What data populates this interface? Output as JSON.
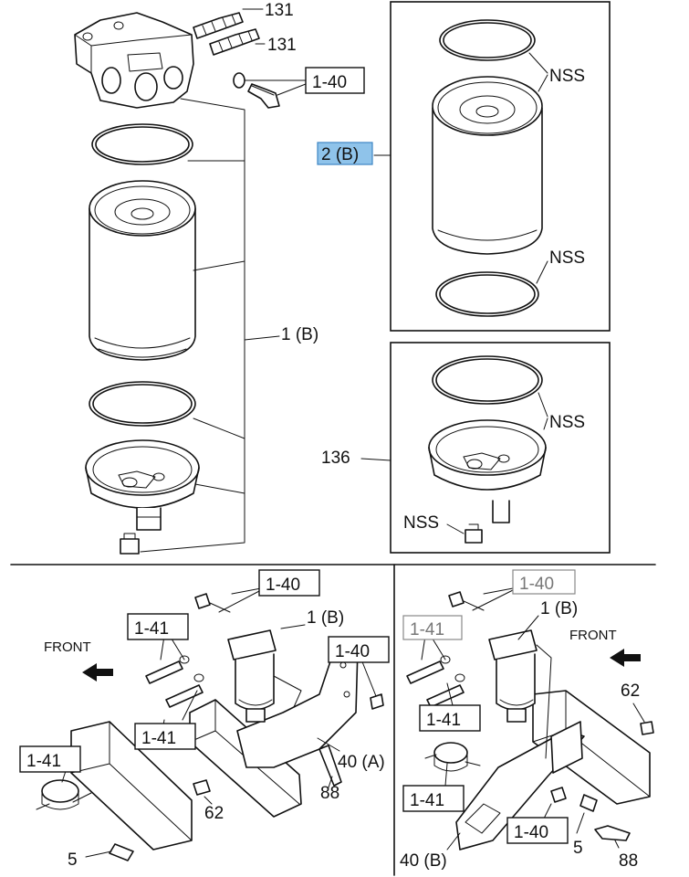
{
  "callouts": {
    "c131a": "131",
    "c131b": "131",
    "c140_top": "1-40",
    "c2b": "2 (B)",
    "nss1": "NSS",
    "nss2": "NSS",
    "c1b_main": "1 (B)",
    "nss3": "NSS",
    "c136": "136",
    "nss4": "NSS"
  },
  "left_view": {
    "c140a": "1-40",
    "c1b": "1 (B)",
    "c141a": "1-41",
    "c140b": "1-40",
    "front": "FRONT",
    "c141b": "1-41",
    "c141c": "1-41",
    "c40a": "40 (A)",
    "c88": "88",
    "c62": "62",
    "c5": "5"
  },
  "right_view": {
    "c140a": "1-40",
    "c1b": "1 (B)",
    "c141a": "1-41",
    "front": "FRONT",
    "c62": "62",
    "c141b": "1-41",
    "c141c": "1-41",
    "c140b": "1-40",
    "c5": "5",
    "c40b": "40 (B)",
    "c88": "88"
  },
  "colors": {
    "highlight": "#8fc3ea",
    "line": "#111111",
    "muted": "#777777"
  }
}
